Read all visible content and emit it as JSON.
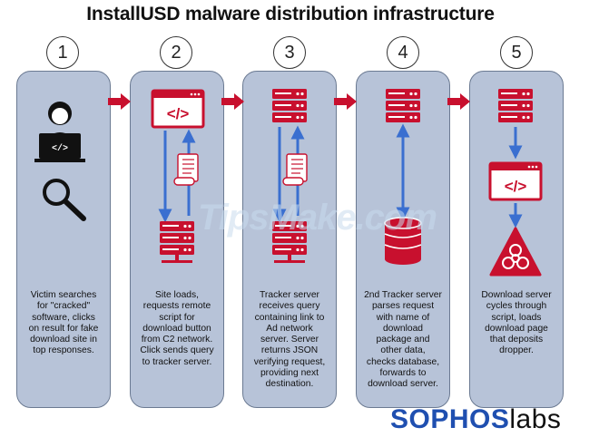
{
  "title": "InstallUSD malware distribution infrastructure",
  "watermark": "TipsMake.com",
  "logo": {
    "brand_main": "SOPHOS",
    "brand_suffix": "labs"
  },
  "steps": [
    {
      "number": "1",
      "text": "Victim searches\nfor \"cracked\"\nsoftware, clicks\non result for fake\ndownload site in\ntop responses.",
      "icons": [
        "user-laptop-icon",
        "magnifier-icon"
      ]
    },
    {
      "number": "2",
      "text": "Site loads,\nrequests remote\nscript for\ndownload button\nfrom C2 network.\nClick sends query\nto tracker server.",
      "icons": [
        "webpage-code-icon",
        "script-scroll-icon",
        "server-icon"
      ]
    },
    {
      "number": "3",
      "text": "Tracker server\nreceives query\ncontaining link to\nAd network\nserver. Server\nreturns JSON\nverifying request,\nproviding next\ndestination.",
      "icons": [
        "server-icon",
        "script-scroll-icon",
        "server-icon"
      ]
    },
    {
      "number": "4",
      "text": "2nd Tracker server\nparses request\nwith name of\ndownload\npackage and\nother data,\nchecks database,\nforwards to\ndownload server.",
      "icons": [
        "server-icon",
        "database-icon",
        "server-icon"
      ]
    },
    {
      "number": "5",
      "text": "Download server\ncycles through\nscript, loads\ndownload page\nthat deposits\ndropper.",
      "icons": [
        "server-icon",
        "webpage-code-icon",
        "biohazard-icon"
      ]
    }
  ],
  "colors": {
    "panel": "#b7c3d8",
    "accent_red": "#c8102e",
    "arrow_blue": "#3a6fd0",
    "brand_blue": "#1f4fb0"
  }
}
